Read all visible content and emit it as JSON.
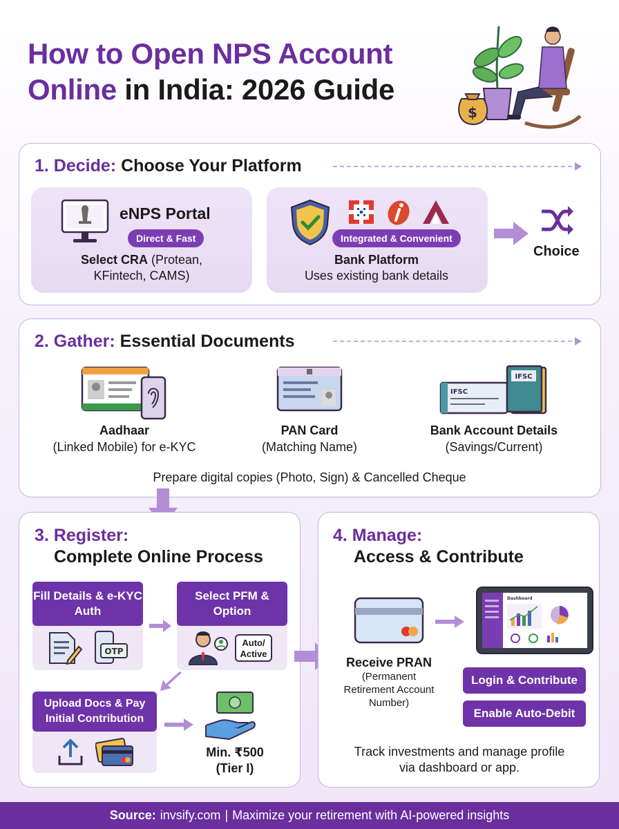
{
  "header": {
    "title_part1": "How to Open NPS Account",
    "title_part2_purple": "Online",
    "title_part2_rest": "in India: 2026 Guide"
  },
  "step1": {
    "num": "1. Decide:",
    "title": "Choose Your Platform",
    "enps": {
      "name": "eNPS Portal",
      "badge": "Direct & Fast",
      "line1_bold": "Select CRA",
      "line1_rest": "(Protean,",
      "line2": "KFintech, CAMS)"
    },
    "bank": {
      "badge": "Integrated & Convenient",
      "name": "Bank Platform",
      "desc": "Uses existing bank details"
    },
    "choice_label": "Choice"
  },
  "step2": {
    "num": "2. Gather:",
    "title": "Essential Documents",
    "docs": [
      {
        "name": "Aadhaar",
        "desc": "(Linked Mobile) for e-KYC"
      },
      {
        "name": "PAN Card",
        "desc": "(Matching Name)"
      },
      {
        "name": "Bank Account Details",
        "desc": "(Savings/Current)"
      }
    ],
    "ifsc_label": "IFSC",
    "note": "Prepare digital copies (Photo, Sign) & Cancelled Cheque"
  },
  "step3": {
    "num": "3. Register:",
    "title": "Complete Online Process",
    "box1": "Fill Details & e-KYC Auth",
    "box2": "Select PFM & Option",
    "box3": "Upload Docs & Pay Initial Contribution",
    "otp_label": "OTP",
    "auto_label": "Auto/ Active",
    "min_amount": "Min. ₹500",
    "tier": "(Tier I)"
  },
  "step4": {
    "num": "4. Manage:",
    "title": "Access & Contribute",
    "pran_title": "Receive PRAN",
    "pran_desc": "(Permanent Retirement Account Number)",
    "dashboard_label": "Dashboard",
    "btn1": "Login & Contribute",
    "btn2": "Enable Auto-Debit",
    "note": "Track investments and manage profile via dashboard or app."
  },
  "footer": {
    "source_label": "Source:",
    "source_site": "invsify.com",
    "tagline": "Maximize your retirement with AI-powered insights"
  },
  "colors": {
    "brand_purple": "#6a2e9e",
    "button_purple": "#6e33a8",
    "light_purple": "#eee4f7"
  }
}
